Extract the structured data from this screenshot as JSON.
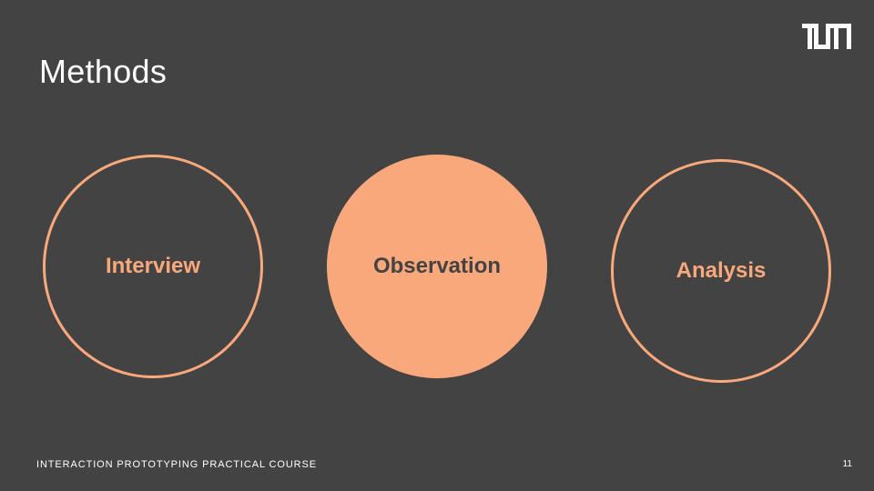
{
  "slide": {
    "title": "Methods",
    "logo_text": "TUM",
    "circles": [
      {
        "label": "Interview",
        "style": "outline"
      },
      {
        "label": "Observation",
        "style": "filled"
      },
      {
        "label": "Analysis",
        "style": "outline"
      }
    ],
    "footer": "INTERACTION PROTOTYPING PRACTICAL COURSE",
    "page_number": "11"
  },
  "colors": {
    "background": "#434343",
    "accent": "#f9a87b",
    "text": "#ffffff"
  }
}
